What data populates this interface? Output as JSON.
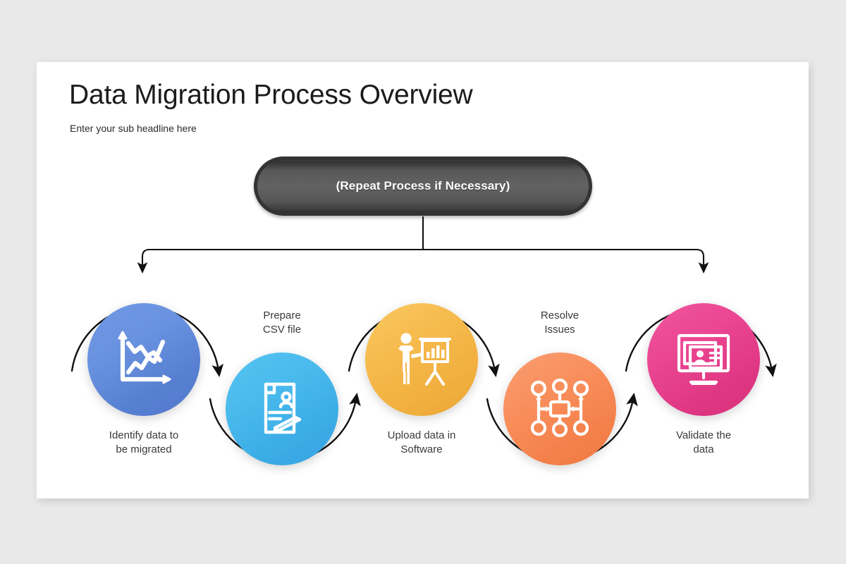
{
  "slide": {
    "title": "Data Migration Process Overview",
    "subtitle": "Enter your sub headline here",
    "banner": {
      "label": "(Repeat Process if Necessary)",
      "fill_color": "#5e5e5e",
      "border_color": "#333333",
      "text_color": "#ffffff"
    },
    "background_color": "#e9e9e9",
    "surface_color": "#ffffff",
    "connector_color": "#111111"
  },
  "steps": [
    {
      "index": 1,
      "label": "Identify data to\nbe migrated",
      "label_line1": "Identify data to",
      "label_line2": "be migrated",
      "label_position": "below",
      "icon": "line-chart-icon",
      "color_start": "#5b8ae0",
      "color_end": "#3663c4",
      "arc": "top"
    },
    {
      "index": 2,
      "label": "Prepare\nCSV file",
      "label_line1": "Prepare",
      "label_line2": "CSV file",
      "label_position": "above",
      "icon": "document-person-pen-icon",
      "color_start": "#35b4ec",
      "color_end": "#1b9be0",
      "arc": "bottom"
    },
    {
      "index": 3,
      "label": "Upload data in\nSoftware",
      "label_line1": "Upload data in",
      "label_line2": "Software",
      "label_position": "below",
      "icon": "presenter-chart-board-icon",
      "color_start": "#f7b733",
      "color_end": "#eda01d",
      "arc": "top"
    },
    {
      "index": 4,
      "label": "Resolve\nIssues",
      "label_line1": "Resolve",
      "label_line2": "Issues",
      "label_position": "above",
      "icon": "network-nodes-icon",
      "color_start": "#f9834e",
      "color_end": "#f16a2c",
      "arc": "bottom"
    },
    {
      "index": 5,
      "label": "Validate the\ndata",
      "label_line1": "Validate the",
      "label_line2": "data",
      "label_position": "below",
      "icon": "monitor-profile-icon",
      "color_start": "#ec2f86",
      "color_end": "#d3156d",
      "arc": "top"
    }
  ]
}
